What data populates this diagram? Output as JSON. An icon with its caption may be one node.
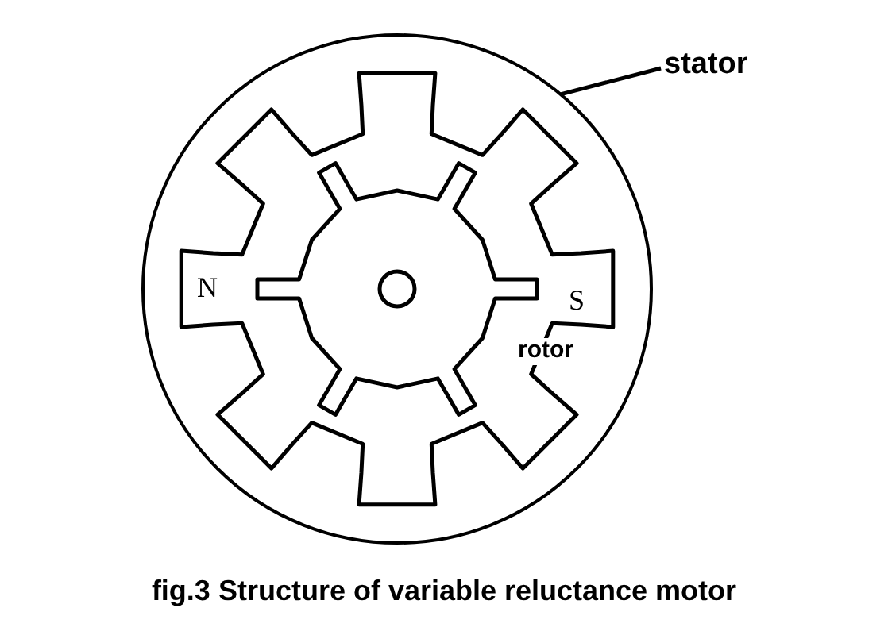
{
  "diagram": {
    "caption": "fig.3 Structure of variable reluctance motor",
    "nodes": [
      {
        "text": [
          "stator"
        ]
      },
      {
        "text": [],
        "shape": "picture"
      }
    ],
    "edges": [
      {
        "from": 0,
        "to": 1,
        "arrow": "none"
      }
    ],
    "labels": [
      "N",
      "S",
      "rotor"
    ]
  }
}
